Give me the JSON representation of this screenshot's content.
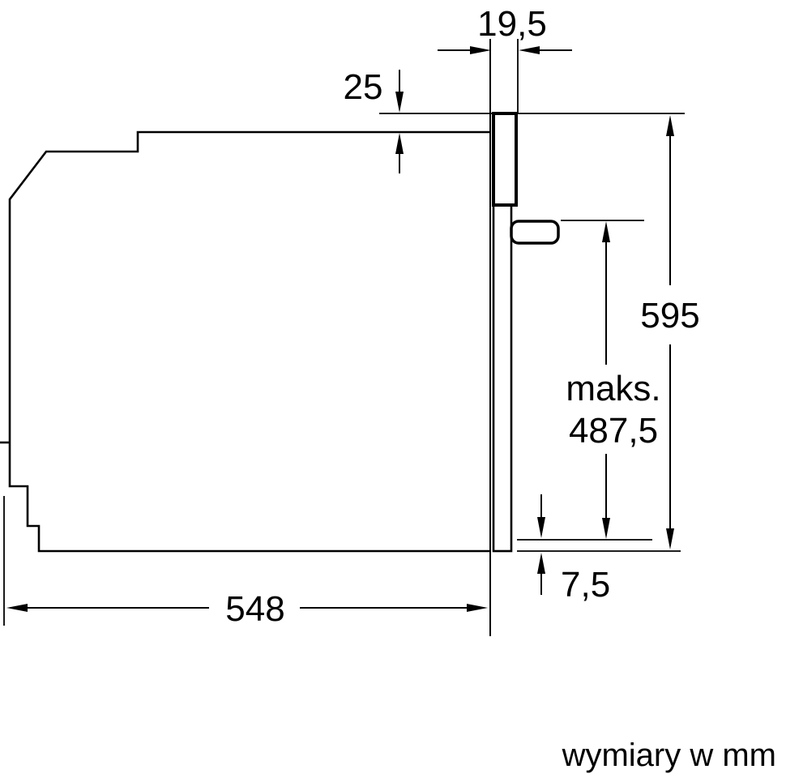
{
  "diagram": {
    "type": "technical-dimension-drawing",
    "subject": "built-in oven side view installation drawing",
    "unit_note": "wymiary w mm",
    "dimensions": {
      "door_protrusion": "19,5",
      "top_overhang": "25",
      "niche_height": "595",
      "max_prefix": "maks.",
      "max_depth_value": "487,5",
      "bottom_clearance": "7,5",
      "body_depth": "548"
    },
    "colors": {
      "line": "#000000",
      "background": "#ffffff"
    }
  }
}
